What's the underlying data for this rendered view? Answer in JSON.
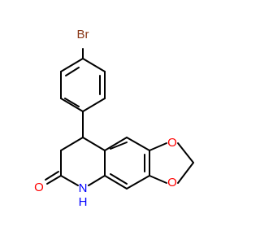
{
  "molecule": {
    "labels": {
      "bromine": "Br",
      "oxygen_top": "O",
      "oxygen_bottom": "O",
      "carbonyl_oxygen": "O",
      "nitrogen": "N",
      "hydrogen": "H"
    },
    "colors": {
      "bond": "#000000",
      "bromine": "#8b3a1a",
      "oxygen": "#ff0000",
      "nitrogen": "#0000ff",
      "background": "#ffffff"
    }
  }
}
